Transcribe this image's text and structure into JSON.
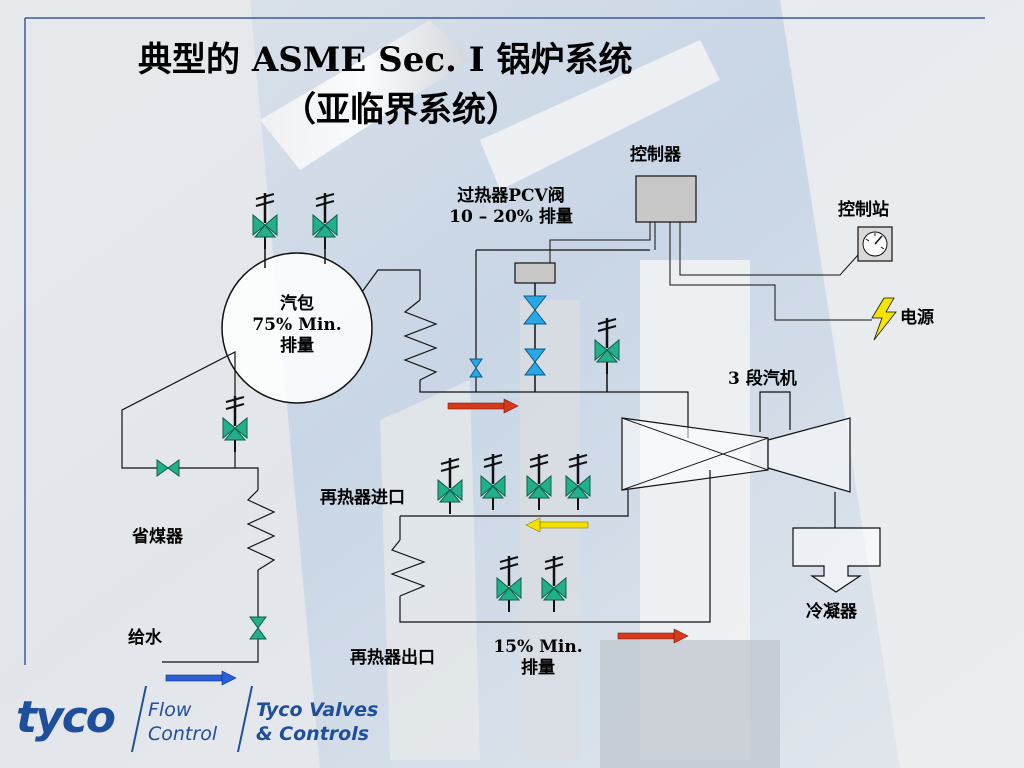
{
  "title": {
    "line1": "典型的 ASME Sec. I 锅炉系统",
    "line2": "（亚临界系统）"
  },
  "labels": {
    "controller": "控制器",
    "control_station": "控制站",
    "power_source": "电源",
    "superheater_pcv_line1": "过热器PCV阀",
    "superheater_pcv_line2": "10 – 20% 排量",
    "drum_line1": "汽包",
    "drum_line2": "75% Min.",
    "drum_line3": "排量",
    "turbine": "3 段汽机",
    "reheater_inlet": "再热器进口",
    "economizer": "省煤器",
    "condenser": "冷凝器",
    "feedwater": "给水",
    "reheater_outlet": "再热器出口",
    "reheat_capacity_line1": "15% Min.",
    "reheat_capacity_line2": "排量"
  },
  "logo": {
    "brand": "tyco",
    "division_line1": "Flow",
    "division_line2": "Control",
    "unit_line1": "Tyco Valves",
    "unit_line2": "& Controls"
  },
  "colors": {
    "safety_valve": "#22b08a",
    "control_valve": "#29a8e8",
    "steam_flow_arrow": "#d63a1c",
    "reheat_flow_arrow": "#f2e100",
    "feedwater_arrow": "#2a5fd8",
    "power_bolt": "#f5e400",
    "controller_box": "#c7c7c7",
    "brand_blue": "#1f4e9a"
  },
  "icons": {
    "safety_valve": "safety-valve-icon",
    "control_valve": "control-valve-icon",
    "gate_valve": "gate-valve-icon",
    "gauge": "gauge-icon",
    "lightning": "lightning-bolt-icon"
  }
}
